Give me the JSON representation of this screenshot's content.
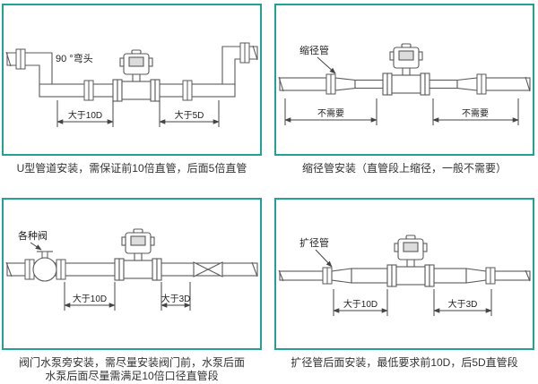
{
  "colors": {
    "panel_border": "#23a294",
    "line": "#5a5a5a",
    "text": "#333333"
  },
  "panel_u": {
    "label": "90 °弯头",
    "dim_left": "大于10D",
    "dim_right": "大于5D",
    "caption": "U型管道安装，需保证前10倍直管，后面5倍直管"
  },
  "panel_reducer": {
    "label": "缩径管",
    "dim_left": "不需要",
    "dim_right": "不需要",
    "caption": "缩径管安装（直管段上缩径，一般不需要）"
  },
  "panel_valve": {
    "label": "各种阀",
    "dim_left": "大于10D",
    "dim_right": "大于3D",
    "caption_line1": "阀门水泵旁安装，需尽量安装阀门前，水泵后面",
    "caption_line2": "水泵后面尽量需满足10倍口径直管段"
  },
  "panel_expander": {
    "label": "扩径管",
    "dim_left": "大于10D",
    "dim_right": "大于3D",
    "caption": "扩径管后面安装，最低要求前10D，后5D直管段"
  }
}
